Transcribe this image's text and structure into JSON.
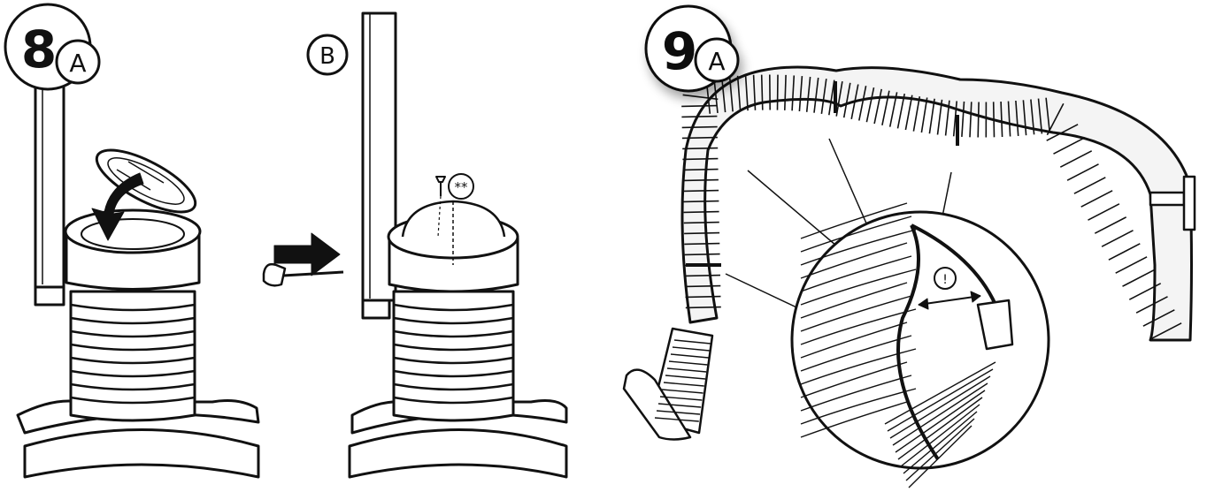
{
  "steps": [
    {
      "number": "8",
      "sub": "A"
    },
    {
      "number": "",
      "sub": "B",
      "screw_label": "**"
    },
    {
      "number": "9",
      "sub": "A",
      "warning": "!"
    }
  ],
  "colors": {
    "line": "#111111",
    "fill": "#ffffff",
    "hose": "#f4f4f4"
  },
  "icons": [
    "arrow-icon",
    "screw-icon",
    "screwdriver-icon",
    "warning-icon"
  ]
}
